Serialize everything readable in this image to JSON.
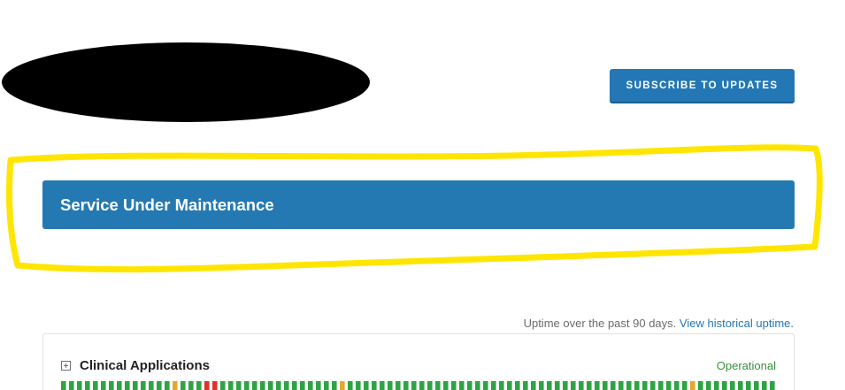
{
  "header": {
    "subscribe_label": "SUBSCRIBE TO UPDATES"
  },
  "banner": {
    "title": "Service Under Maintenance"
  },
  "uptime": {
    "prefix": "Uptime over the past 90 days.",
    "link_label": "View historical uptime."
  },
  "components": [
    {
      "name": "Clinical Applications",
      "status": "Operational",
      "days": 90,
      "incident_days": [
        {
          "day": 14,
          "level": "minor"
        },
        {
          "day": 18,
          "level": "major"
        },
        {
          "day": 19,
          "level": "major"
        },
        {
          "day": 35,
          "level": "minor"
        },
        {
          "day": 79,
          "level": "minor"
        }
      ]
    }
  ],
  "colors": {
    "accent": "#2377b5",
    "banner": "#2579b3",
    "operational": "#2fa344",
    "minor": "#e3a92d",
    "major": "#e0322b",
    "highlight": "#ffe500"
  }
}
